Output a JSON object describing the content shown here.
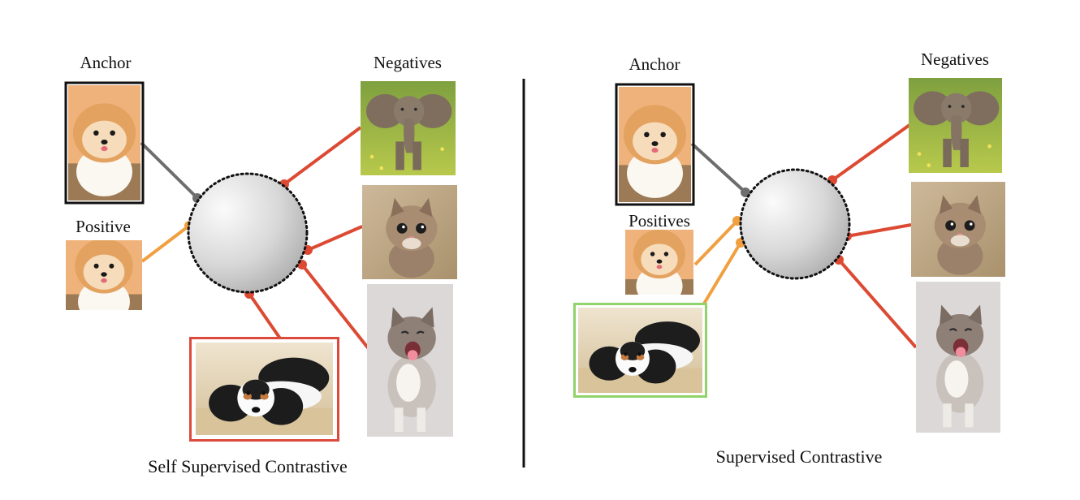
{
  "left_panel": {
    "anchor_label": "Anchor",
    "positive_label": "Positive",
    "negatives_label": "Negatives",
    "caption": "Self Supervised Contrastive"
  },
  "right_panel": {
    "anchor_label": "Anchor",
    "positives_label": "Positives",
    "negatives_label": "Negatives",
    "caption": "Supervised Contrastive"
  },
  "colors": {
    "anchor_line": "#6d6d6d",
    "positive_line": "#f0a040",
    "negative_line": "#dc4a33",
    "negative_frame": "#dc4a3c",
    "positive_frame": "#8fd36a",
    "anchor_frame": "#111111"
  },
  "icons": {
    "anchor": "pomeranian-photo",
    "positive": "pomeranian-photo",
    "negatives": [
      "elephant-photo",
      "kitten-photo",
      "yawning-kitten-photo"
    ],
    "dog": "spaniel-photo"
  }
}
